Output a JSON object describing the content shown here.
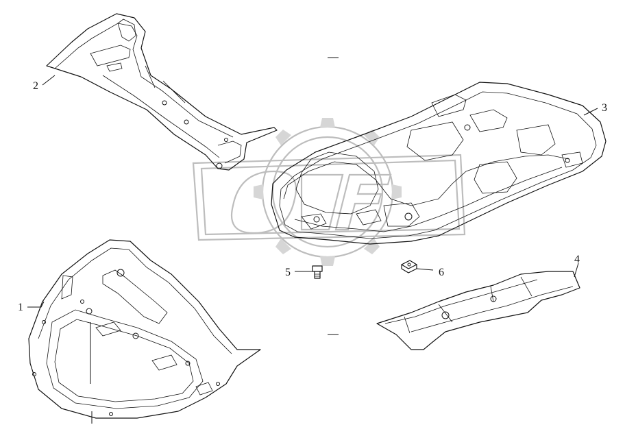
{
  "callouts": [
    {
      "id": "1",
      "label": "1"
    },
    {
      "id": "2",
      "label": "2"
    },
    {
      "id": "3",
      "label": "3"
    },
    {
      "id": "4",
      "label": "4"
    },
    {
      "id": "5",
      "label": "5"
    },
    {
      "id": "6",
      "label": "6"
    }
  ],
  "colors": {
    "line": "#111111",
    "watermark": "#bdbdbd",
    "background": "#ffffff"
  }
}
